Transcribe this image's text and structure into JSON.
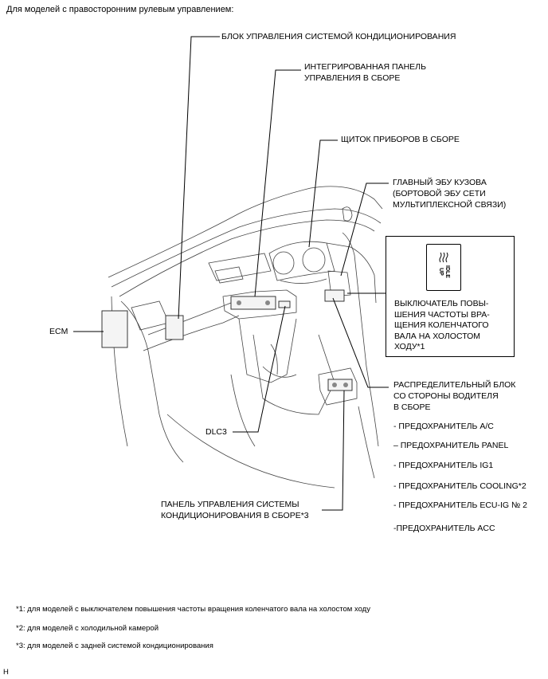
{
  "header": "Для моделей с правосторонним рулевым управлением:",
  "labels": {
    "ac_control_unit": "БЛОК УПРАВЛЕНИЯ СИСТЕМОЙ КОНДИЦИОНИРОВАНИЯ",
    "integrated_panel": "ИНТЕГРИРОВАННАЯ ПАНЕЛЬ\nУПРАВЛЕНИЯ В СБОРЕ",
    "instrument_cluster": "ЩИТОК ПРИБОРОВ В СБОРЕ",
    "main_body_ecu": "ГЛАВНЫЙ ЭБУ КУЗОВА\n(БОРТОВОЙ ЭБУ СЕТИ\nМУЛЬТИПЛЕКСНОЙ СВЯЗИ)",
    "ecm": "ECM",
    "dlc3": "DLC3",
    "rear_ac_panel": "ПАНЕЛЬ УПРАВЛЕНИЯ СИСТЕМЫ\nКОНДИЦИОНИРОВАНИЯ В СБОРЕ*3",
    "junction_block": "РАСПРЕДЕЛИТЕЛЬНЫЙ БЛОК\nСО СТОРОНЫ ВОДИТЕЛЯ\nВ СБОРЕ"
  },
  "idle_up": {
    "switch_text": "IDLE UP",
    "label": "ВЫКЛЮЧАТЕЛЬ ПОВЫ-\nШЕНИЯ ЧАСТОТЫ ВРА-\nЩЕНИЯ КОЛЕНЧАТОГО\nВАЛА НА ХОЛОСТОМ\nХОДУ*1"
  },
  "fuses": [
    "- ПРЕДОХРАНИТЕЛЬ A/C",
    "– ПРЕДОХРАНИТЕЛЬ PANEL",
    "- ПРЕДОХРАНИТЕЛЬ IG1",
    "- ПРЕДОХРАНИТЕЛЬ COOLING*2",
    "- ПРЕДОХРАНИТЕЛЬ ECU-IG № 2",
    "-ПРЕДОХРАНИТЕЛЬ ACC"
  ],
  "footnotes": [
    "*1: для моделей с выключателем повышения частоты вращения коленчатого вала на холостом ходу",
    "*2: для моделей с холодильной камерой",
    "*3: для моделей с задней системой кондиционирования"
  ],
  "corner_mark": "H"
}
